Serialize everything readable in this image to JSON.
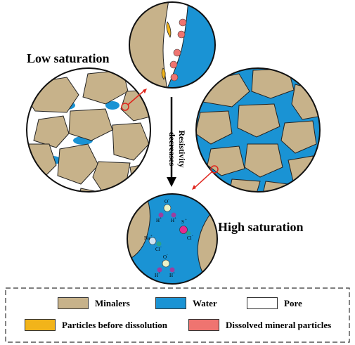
{
  "labels": {
    "low_saturation": "Low saturation",
    "high_saturation": "High saturation",
    "arrow_line1": "Resistivity",
    "arrow_line2": "decreases"
  },
  "ions": {
    "water_o": "O",
    "water_o_charge": "-",
    "water_h": "H",
    "water_h_charge": "+",
    "na": "Na",
    "na_charge": "+",
    "cl": "Cl",
    "cl_charge": "-",
    "s": "S",
    "s_charge": "+"
  },
  "legend": {
    "minerals": "Minalers",
    "water": "Water",
    "pore": "Pore",
    "particles_before": "Particles before dissolution",
    "dissolved": "Dissolved mineral particles"
  },
  "colors": {
    "mineral": "#c7b28a",
    "water": "#1a93d4",
    "pore": "#ffffff",
    "particle_before": "#f2b41a",
    "dissolved": "#ef7470",
    "pointer": "#e0241c"
  }
}
